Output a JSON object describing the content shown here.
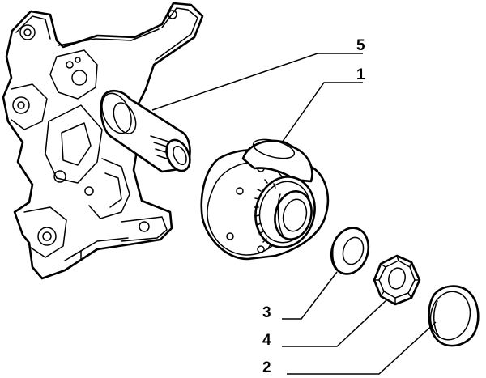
{
  "callouts": [
    {
      "id": "5",
      "label": "5"
    },
    {
      "id": "1",
      "label": "1"
    },
    {
      "id": "3",
      "label": "3"
    },
    {
      "id": "4",
      "label": "4"
    },
    {
      "id": "2",
      "label": "2"
    }
  ]
}
